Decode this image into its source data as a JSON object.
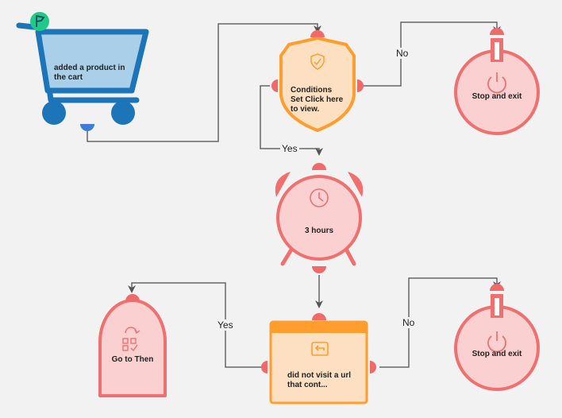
{
  "nodes": {
    "trigger": {
      "label": "added a product in the cart"
    },
    "condition": {
      "label": "Conditions Set Click here to view."
    },
    "stop_top": {
      "label": "Stop and exit"
    },
    "timer": {
      "label": "3 hours"
    },
    "condition2": {
      "label": "did not visit a url that cont..."
    },
    "goto": {
      "label": "Go to Then"
    },
    "stop_bottom": {
      "label": "Stop and exit"
    }
  },
  "edges": {
    "cond_no": "No",
    "cond_yes": "Yes",
    "cond2_yes": "Yes",
    "cond2_no": "No"
  },
  "colors": {
    "background": "#f2f2f2",
    "cart": "#1c75b8",
    "cart_fill": "#a9cfe9",
    "condition_stroke": "#ff9d2e",
    "condition_fill": "#fde0c2",
    "stop_stroke": "#f07070",
    "stop_fill": "#fbd0d0",
    "port": "#f06a6a",
    "connector": "#555555"
  },
  "icons": [
    "flag-icon",
    "shopping-cart-icon",
    "check-shield-icon",
    "power-icon",
    "clock-icon",
    "undo-icon",
    "jump-icon"
  ]
}
